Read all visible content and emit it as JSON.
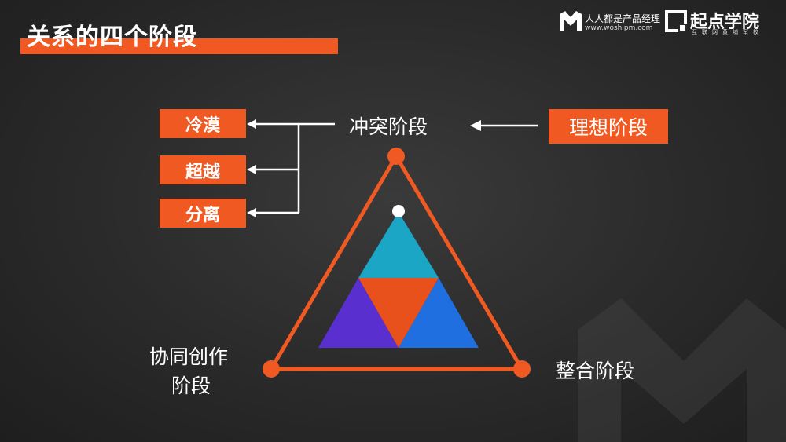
{
  "header": {
    "title": "关系的四个阶段"
  },
  "brand": {
    "slogan": "人人都是产品经理",
    "url": "www.woshipm.com",
    "academy": "起点学院",
    "academy_sub": "互联网黄埔军校"
  },
  "diagram": {
    "stage_conflict": "冲突阶段",
    "stage_ideal": "理想阶段",
    "stage_cocreate_line1": "协同创作",
    "stage_cocreate_line2": "阶段",
    "stage_integration": "整合阶段",
    "conflict_outcomes": [
      "冷漠",
      "超越",
      "分离"
    ]
  },
  "colors": {
    "accent_orange": "#f05a22",
    "triangle_teal": "#1aa6c4",
    "triangle_purple": "#5a2fd0",
    "triangle_blue": "#1f6fe0",
    "triangle_center": "#e8501c"
  }
}
